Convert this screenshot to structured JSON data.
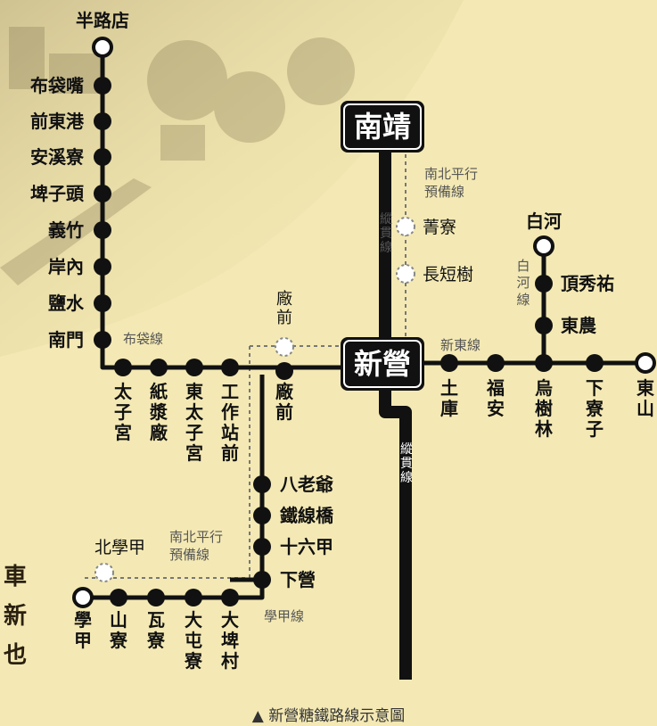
{
  "caption": "▲ 新營糖鐵路線示意圖",
  "side_text": [
    "車",
    "新",
    "也"
  ],
  "hubs": {
    "nanjing": "南靖",
    "xinying": "新營"
  },
  "lines": {
    "budai_line": "布袋線",
    "zongguan_line_upper": "縱貫線",
    "zongguan_line_lower": "縱貫線",
    "nanbei_reserve_upper": [
      "南北平行",
      "預備線"
    ],
    "nanbei_reserve_lower": [
      "南北平行",
      "預備線"
    ],
    "xindong_line": "新東線",
    "baihe_line": "白河線",
    "xuejia_line": "學甲線"
  },
  "stations": {
    "banlu": "半路店",
    "budaizui": "布袋嘴",
    "qiandonggang": "前東港",
    "anxiliao": "安溪寮",
    "pizitou": "埤子頭",
    "yizhu": "義竹",
    "annei": "岸內",
    "yanshui": "鹽水",
    "nanmen": "南門",
    "taizigong": "太子宮",
    "zhijiangchang": "紙漿廠",
    "dongtaizigong": "東太子宮",
    "gongzuozhanqian": "工作站前",
    "changqian": "廠前",
    "changqian_reserve": "廠前",
    "jingliao": "菁寮",
    "changduanshu": "長短樹",
    "baihe": "白河",
    "dingxiuhu": "頂秀祐",
    "dongnong": "東農",
    "tuku": "土庫",
    "fuan": "福安",
    "wushulin": "烏樹林",
    "xialiaozi": "下寮子",
    "dongshan": "東山",
    "balaoye": "八老爺",
    "tiexianqiao": "鐵線橋",
    "shiliujia": "十六甲",
    "xiaying": "下營",
    "beixuejia": "北學甲",
    "xuejia": "學甲",
    "shanzhai": "山寮",
    "waliao": "瓦寮",
    "datunliao": "大屯寮",
    "dapicun": "大埤村"
  },
  "colors": {
    "background": "#f4e9b4",
    "line": "#111111",
    "dashed": "#777777",
    "label": "#111111",
    "muted": "#555555"
  }
}
